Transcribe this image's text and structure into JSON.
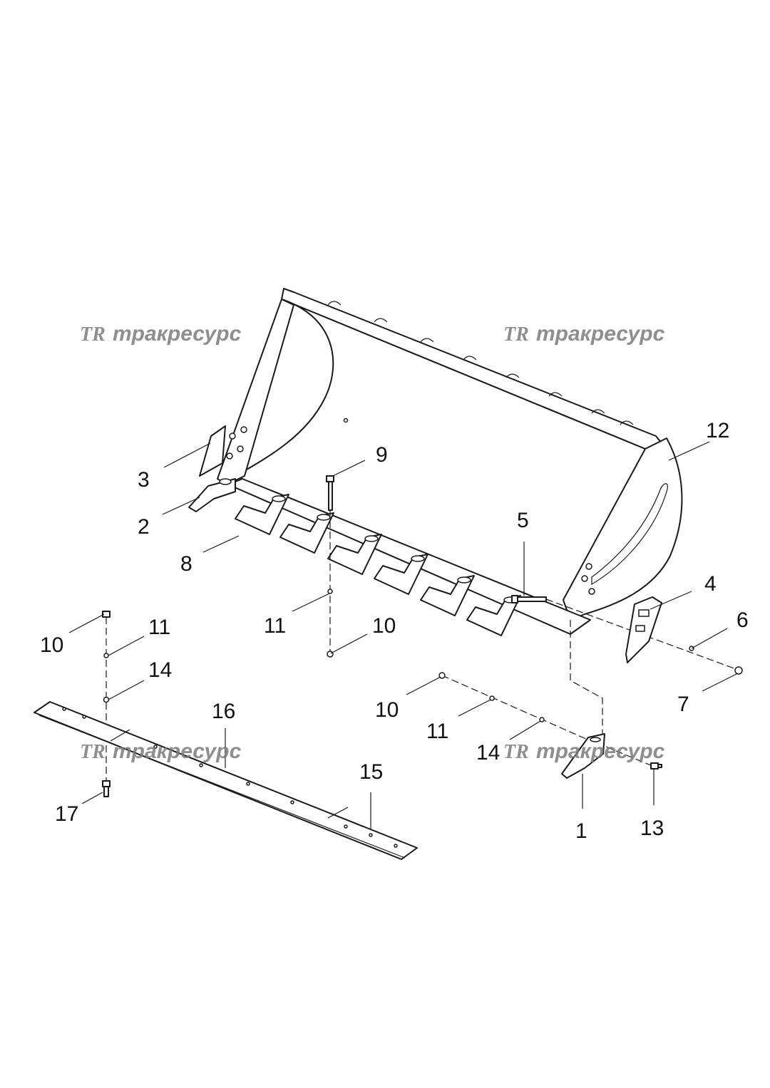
{
  "watermark": {
    "logo": "TR",
    "text": "тракресурс"
  },
  "callouts": [
    {
      "id": "c12",
      "label": "12"
    },
    {
      "id": "c9",
      "label": "9"
    },
    {
      "id": "c3",
      "label": "3"
    },
    {
      "id": "c2",
      "label": "2"
    },
    {
      "id": "c5",
      "label": "5"
    },
    {
      "id": "c8",
      "label": "8"
    },
    {
      "id": "c4",
      "label": "4"
    },
    {
      "id": "c6",
      "label": "6"
    },
    {
      "id": "c11a",
      "label": "11"
    },
    {
      "id": "c10a",
      "label": "10"
    },
    {
      "id": "c7",
      "label": "7"
    },
    {
      "id": "c10b",
      "label": "10"
    },
    {
      "id": "c11b",
      "label": "11"
    },
    {
      "id": "c14a",
      "label": "14"
    },
    {
      "id": "c16",
      "label": "16"
    },
    {
      "id": "c10c",
      "label": "10"
    },
    {
      "id": "c11c",
      "label": "11"
    },
    {
      "id": "c14b",
      "label": "14"
    },
    {
      "id": "c15",
      "label": "15"
    },
    {
      "id": "c17",
      "label": "17"
    },
    {
      "id": "c1",
      "label": "1"
    },
    {
      "id": "c13",
      "label": "13"
    }
  ]
}
